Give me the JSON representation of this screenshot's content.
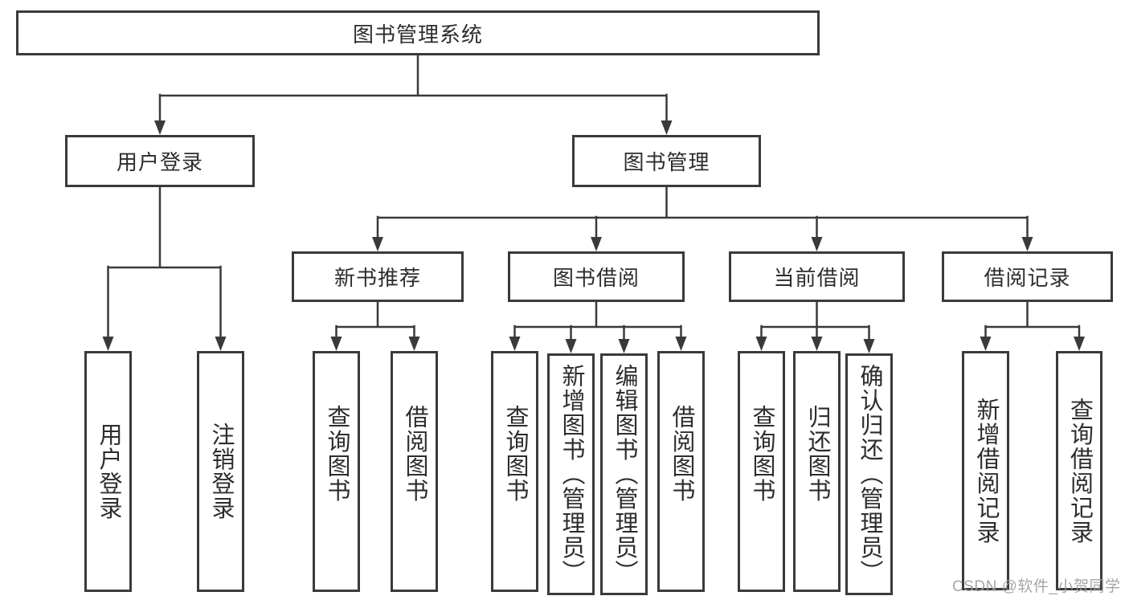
{
  "tree": {
    "label": "图书管理系统",
    "children": [
      {
        "label": "用户登录",
        "children": [
          {
            "label": "用户登录"
          },
          {
            "label": "注销登录"
          }
        ]
      },
      {
        "label": "图书管理",
        "children": [
          {
            "label": "新书推荐",
            "children": [
              {
                "label": "查询图书"
              },
              {
                "label": "借阅图书"
              }
            ]
          },
          {
            "label": "图书借阅",
            "children": [
              {
                "label": "查询图书"
              },
              {
                "label": "新增图书（管理员）"
              },
              {
                "label": "编辑图书（管理员）"
              },
              {
                "label": "借阅图书"
              }
            ]
          },
          {
            "label": "当前借阅",
            "children": [
              {
                "label": "查询图书"
              },
              {
                "label": "归还图书"
              },
              {
                "label": "确认归还（管理员）"
              }
            ]
          },
          {
            "label": "借阅记录",
            "children": [
              {
                "label": "新增借阅记录"
              },
              {
                "label": "查询借阅记录"
              }
            ]
          }
        ]
      }
    ]
  },
  "watermark": {
    "text": "CSDN @软件_小贺同学"
  },
  "colors": {
    "line": "#3A3A3A",
    "text": "#2D2D2D",
    "background": "#FFFFFF",
    "watermark": "#9E9E9E"
  }
}
